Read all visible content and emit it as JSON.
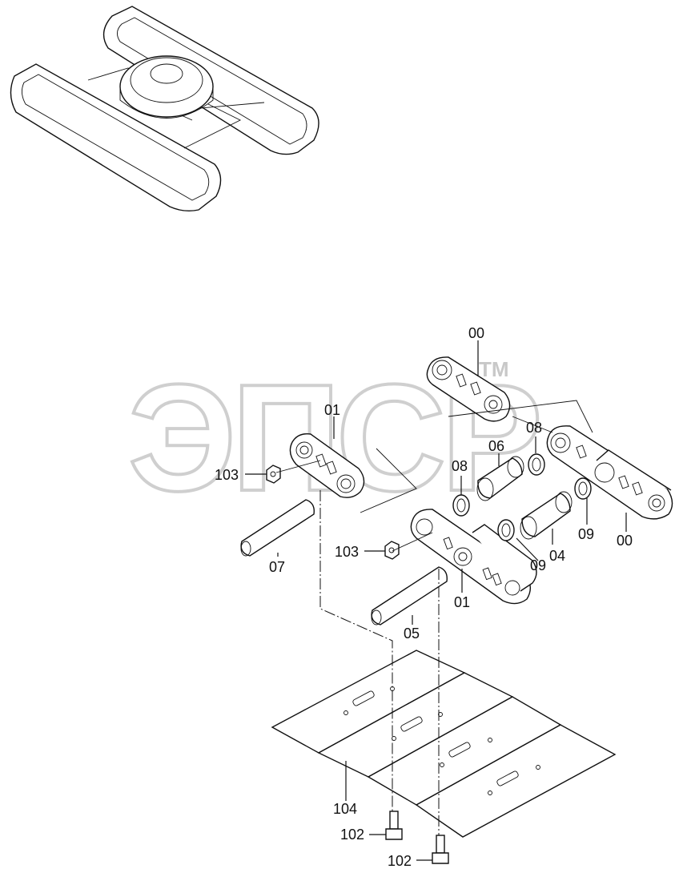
{
  "watermark": {
    "text": "ЭПСР",
    "trademark": "TM"
  },
  "labels": {
    "l_00_top": "00",
    "l_00_right": "00",
    "l_01_top": "01",
    "l_01_bottom": "01",
    "l_103_left": "103",
    "l_103_mid": "103",
    "l_07": "07",
    "l_05": "05",
    "l_08_left": "08",
    "l_08_right": "08",
    "l_06": "06",
    "l_04": "04",
    "l_09_left": "09",
    "l_09_right": "09",
    "l_104": "104",
    "l_102_upper": "102",
    "l_102_lower": "102"
  },
  "colors": {
    "line": "#111111",
    "watermark": "#cfcfcf",
    "background": "#ffffff"
  }
}
